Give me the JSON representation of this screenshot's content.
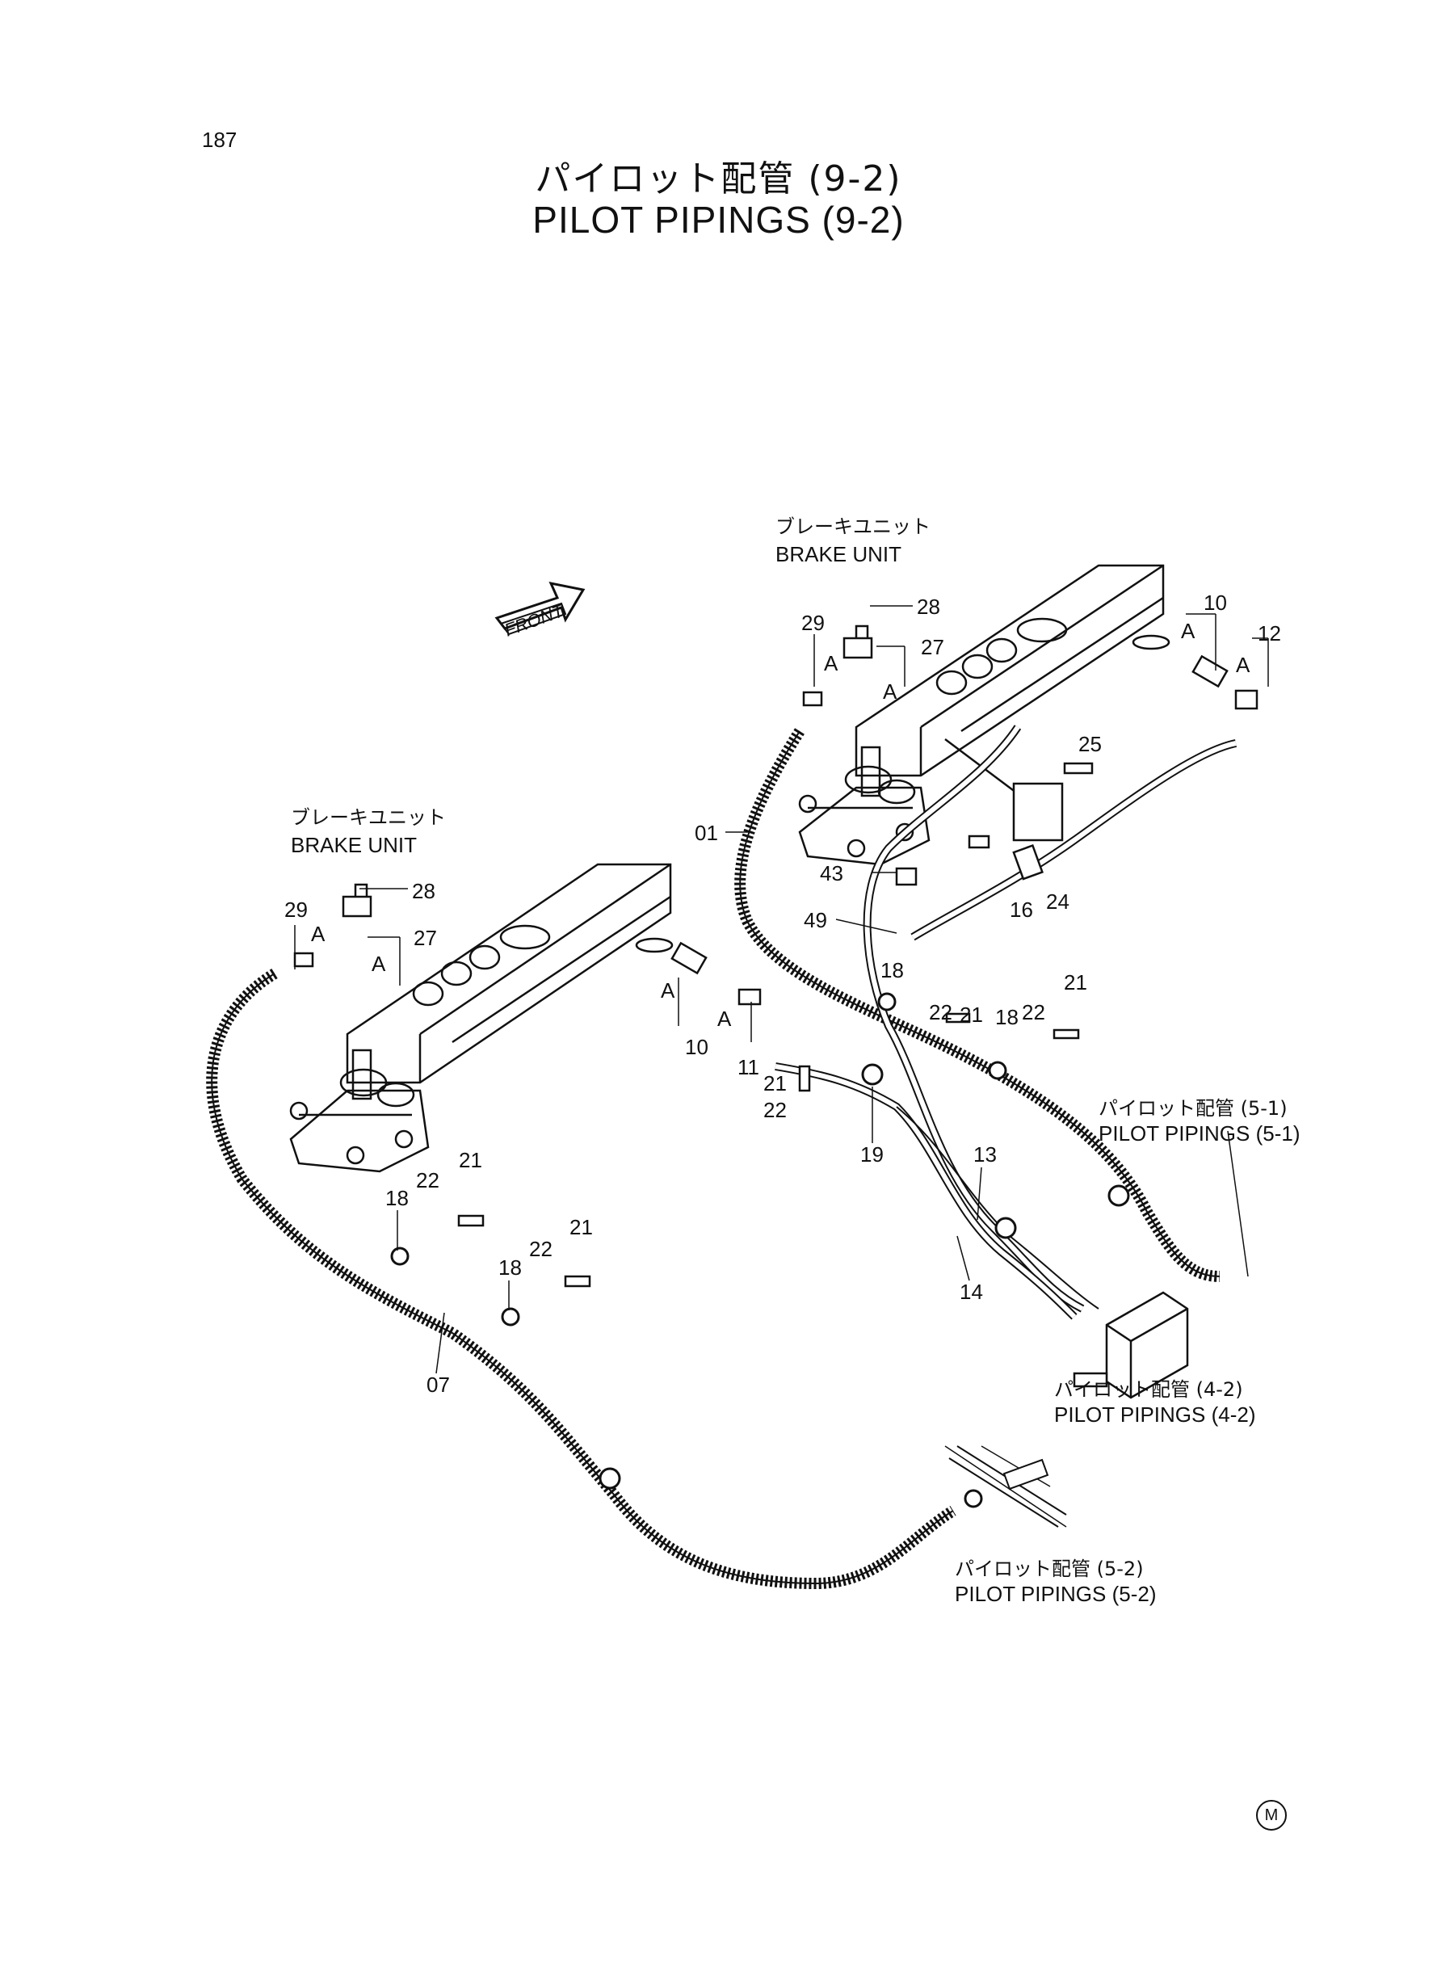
{
  "page_number": "187",
  "title": {
    "jp": "パイロット配管 (9-2)",
    "en": "PILOT PIPINGS (9-2)"
  },
  "front_label": "FRONT",
  "brake_unit_right": {
    "jp": "ブレーキユニット",
    "en": "BRAKE UNIT"
  },
  "brake_unit_left": {
    "jp": "ブレーキユニット",
    "en": "BRAKE UNIT"
  },
  "refs": {
    "p51": {
      "jp": "パイロット配管 (5-1)",
      "en": "PILOT PIPINGS (5-1)"
    },
    "p42": {
      "jp": "パイロット配管 (4-2)",
      "en": "PILOT PIPINGS (4-2)"
    },
    "p52": {
      "jp": "パイロット配管 (5-2)",
      "en": "PILOT PIPINGS (5-2)"
    }
  },
  "callouts": {
    "r28": "28",
    "r29": "29",
    "r27": "27",
    "rA1": "A",
    "rA2": "A",
    "r10": "10",
    "r12": "12",
    "rA3": "A",
    "rA4": "A",
    "r25": "25",
    "r01": "01",
    "r43": "43",
    "r16": "16",
    "r24": "24",
    "r49": "49",
    "r18a": "18",
    "r22a": "22",
    "r21a": "21",
    "r21b": "21",
    "r18b": "18",
    "r22b": "22",
    "l28": "28",
    "l29": "29",
    "l27": "27",
    "lA1": "A",
    "lA2": "A",
    "l10": "10",
    "lA3": "A",
    "lA4": "A",
    "l11": "11",
    "l21": "21",
    "l22": "22",
    "l19": "19",
    "l13": "13",
    "l14": "14",
    "b22a": "22",
    "b21a": "21",
    "b18a": "18",
    "b22b": "22",
    "b21b": "21",
    "b18b": "18",
    "b07": "07"
  },
  "corner_mark": "M"
}
